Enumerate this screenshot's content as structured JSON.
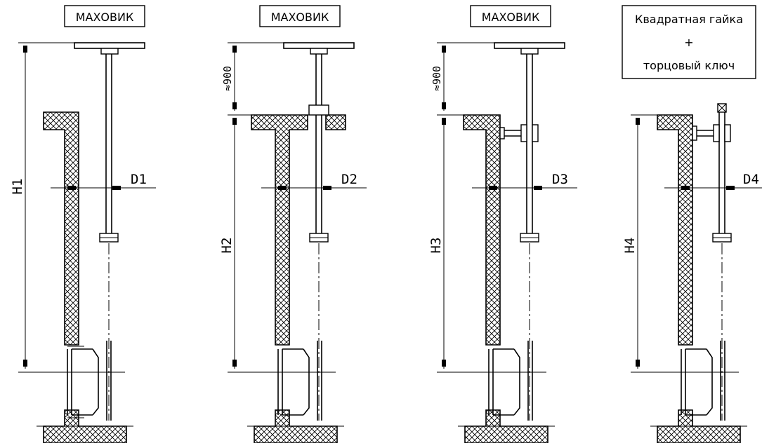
{
  "variants": [
    {
      "id": "v1",
      "label": "МАХОВИК",
      "height_label": "H1",
      "diameter_label": "D1",
      "extension_label": ""
    },
    {
      "id": "v2",
      "label": "МАХОВИК",
      "height_label": "H2",
      "diameter_label": "D2",
      "extension_label": "≈900"
    },
    {
      "id": "v3",
      "label": "МАХОВИК",
      "height_label": "H3",
      "diameter_label": "D3",
      "extension_label": "≈900"
    },
    {
      "id": "v4",
      "label_lines": [
        "Квадратная гайка",
        "+",
        "торцовый ключ"
      ],
      "height_label": "H4",
      "diameter_label": "D4",
      "extension_label": ""
    }
  ]
}
